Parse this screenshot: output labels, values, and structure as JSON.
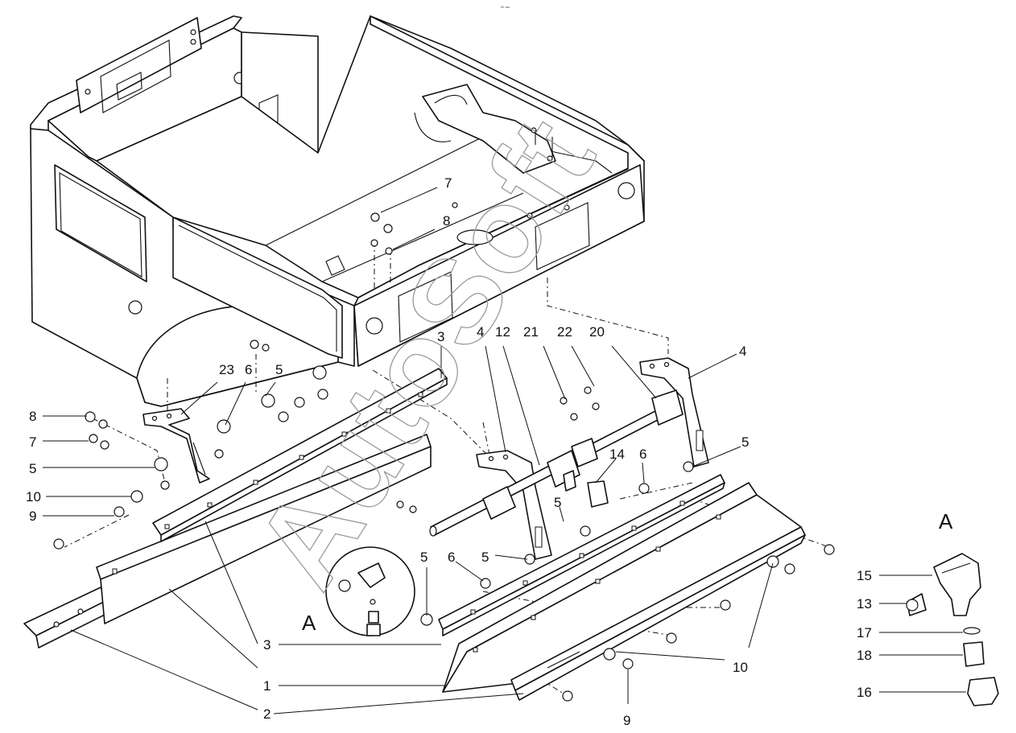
{
  "header_mark": "ᴰᵇ ᵃᵃᵃ",
  "watermark": "AutoSoft",
  "view_label": "A",
  "detail_label": "A",
  "callouts": [
    {
      "id": "c7a",
      "text": "7"
    },
    {
      "id": "c8a",
      "text": "8"
    },
    {
      "id": "c3a",
      "text": "3"
    },
    {
      "id": "c4a",
      "text": "4"
    },
    {
      "id": "c12",
      "text": "12"
    },
    {
      "id": "c21",
      "text": "21"
    },
    {
      "id": "c22",
      "text": "22"
    },
    {
      "id": "c20",
      "text": "20"
    },
    {
      "id": "c4b",
      "text": "4"
    },
    {
      "id": "c23",
      "text": "23"
    },
    {
      "id": "c6a",
      "text": "6"
    },
    {
      "id": "c5a",
      "text": "5"
    },
    {
      "id": "c8b",
      "text": "8"
    },
    {
      "id": "c7b",
      "text": "7"
    },
    {
      "id": "c5b",
      "text": "5"
    },
    {
      "id": "c10a",
      "text": "10"
    },
    {
      "id": "c9a",
      "text": "9"
    },
    {
      "id": "c14",
      "text": "14"
    },
    {
      "id": "c6b",
      "text": "6"
    },
    {
      "id": "c5c",
      "text": "5"
    },
    {
      "id": "c5d",
      "text": "5"
    },
    {
      "id": "c5e",
      "text": "5"
    },
    {
      "id": "c6c",
      "text": "6"
    },
    {
      "id": "c5f",
      "text": "5"
    },
    {
      "id": "c3b",
      "text": "3"
    },
    {
      "id": "c1",
      "text": "1"
    },
    {
      "id": "c2",
      "text": "2"
    },
    {
      "id": "c10b",
      "text": "10"
    },
    {
      "id": "c9b",
      "text": "9"
    },
    {
      "id": "c15",
      "text": "15"
    },
    {
      "id": "c13",
      "text": "13"
    },
    {
      "id": "c17",
      "text": "17"
    },
    {
      "id": "c18",
      "text": "18"
    },
    {
      "id": "c16",
      "text": "16"
    }
  ]
}
